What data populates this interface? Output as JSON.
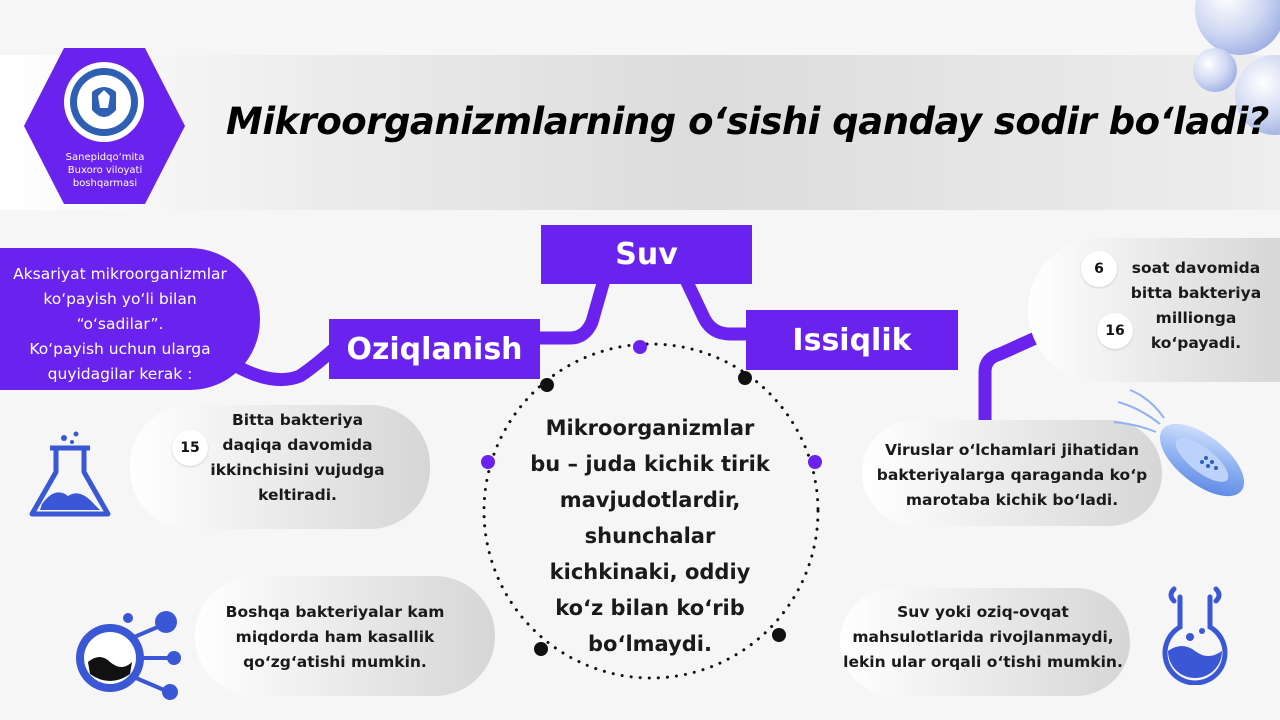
{
  "header": {
    "title": "Mikroorganizmlarning o‘sishi qanday sodir bo‘ladi?",
    "logo_caption_1": "Sanepidqo‘mita",
    "logo_caption_2": "Buxoro viloyati",
    "logo_caption_3": "boshqarmasi"
  },
  "factors": {
    "suv": "Suv",
    "oziqlanish": "Oziqlanish",
    "issiqlik": "Issiqlik"
  },
  "intro": {
    "line1": "Aksariyat mikroorganizmlar",
    "line2": "ko‘payish yo‘li bilan",
    "line3": "“o‘sadilar”.",
    "line4": "Ko‘payish uchun ularga",
    "line5": "quyidagilar kerak :"
  },
  "fact_15": {
    "number": "15",
    "line1": "Bitta bakteriya",
    "line2": "daqiqa davomida",
    "line3": "ikkinchisini vujudga",
    "line4": "keltiradi."
  },
  "fact_6_16": {
    "number_a": "6",
    "number_b": "16",
    "line1": "soat davomida",
    "line2": "bitta bakteriya",
    "line3": "millionga",
    "line4": "ko‘payadi."
  },
  "fact_viruses": {
    "line1": "Viruslar o‘lchamlari jihatidan",
    "line2": "bakteriyalarga qaraganda ko‘p",
    "line3": "marotaba kichik bo‘ladi."
  },
  "fact_disease": {
    "line1": "Boshqa bakteriyalar kam",
    "line2": "miqdorda ham kasallik",
    "line3": "qo‘zg‘atishi mumkin."
  },
  "fact_food": {
    "line1": "Suv yoki oziq-ovqat",
    "line2": "mahsulotlarida rivojlanmaydi,",
    "line3": "lekin ular orqali o‘tishi mumkin."
  },
  "center": {
    "line1": "Mikroorganizmlar",
    "line2": "bu – juda kichik tirik",
    "line3": "mavjudotlardir,",
    "line4": "shunchalar",
    "line5": "kichkinaki, oddiy",
    "line6": "ko‘z bilan ko‘rib",
    "line7": "bo‘lmaydi."
  },
  "colors": {
    "accent": "#6a23ee",
    "icon_blue": "#3a57d6"
  },
  "icons": [
    "flask-icon",
    "chemistry-icon",
    "beaker-icon",
    "bacterium-icon",
    "molecule-decoration"
  ]
}
